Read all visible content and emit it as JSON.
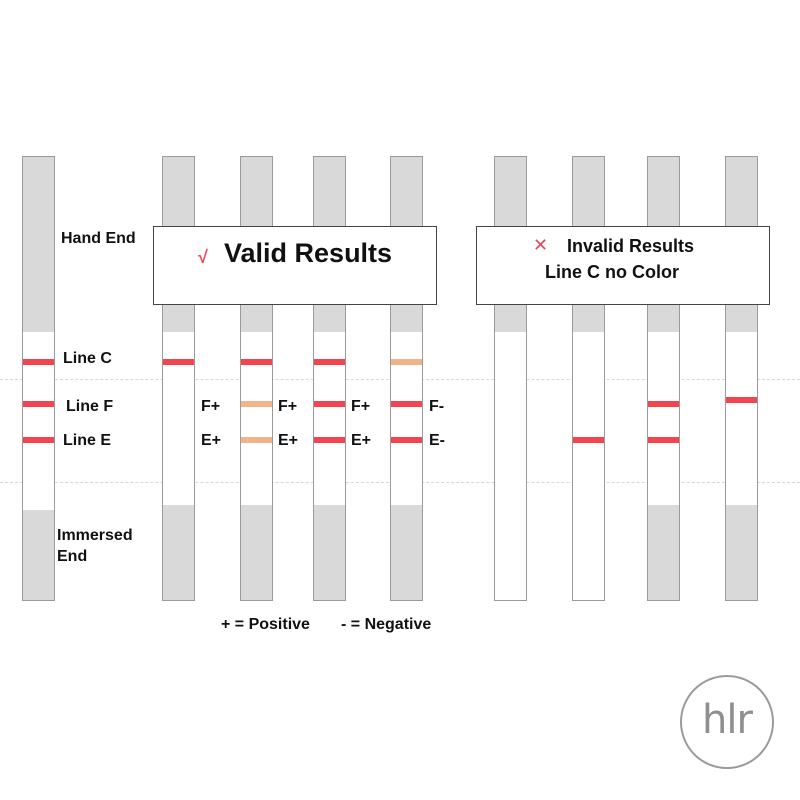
{
  "colors": {
    "red": "#f2454f",
    "faint": "#f0b488",
    "grey": "#d9d9d9"
  },
  "labels": {
    "hand_end": "Hand End",
    "line_c": "Line C",
    "line_f": "Line F",
    "line_e": "Line E",
    "immersed_end_1": "Immersed",
    "immersed_end_2": "End"
  },
  "valid_panel": {
    "mark": "√",
    "title": "Valid Results"
  },
  "invalid_panel": {
    "mark": "✕",
    "title": "Invalid Results",
    "subtitle": "Line C no Color"
  },
  "result_labels": {
    "strip1": {
      "f": "F+",
      "e": "E+"
    },
    "strip2": {
      "f": "F+",
      "e": "E+"
    },
    "strip3": {
      "f": "F+",
      "e": "E+"
    },
    "strip4": {
      "f": "F-",
      "e": "E-"
    }
  },
  "legend": {
    "positive": "+ = Positive",
    "negative": "- = Negative"
  },
  "logo": "hlr",
  "strips": [
    {
      "name": "reference-strip",
      "c": "red",
      "f": "red",
      "e": "red"
    },
    {
      "name": "valid-strip-1",
      "c": "red",
      "f": "none",
      "e": "none"
    },
    {
      "name": "valid-strip-2",
      "c": "red",
      "f": "faint",
      "e": "faint"
    },
    {
      "name": "valid-strip-3",
      "c": "red",
      "f": "red",
      "e": "red"
    },
    {
      "name": "valid-strip-4",
      "c": "faint",
      "f": "red",
      "e": "red"
    },
    {
      "name": "invalid-strip-1",
      "c": "none",
      "f": "none",
      "e": "none"
    },
    {
      "name": "invalid-strip-2",
      "c": "none",
      "f": "none",
      "e": "red"
    },
    {
      "name": "invalid-strip-3",
      "c": "none",
      "f": "red",
      "e": "red"
    },
    {
      "name": "invalid-strip-4",
      "c": "none",
      "f": "red_high",
      "e": "none"
    }
  ]
}
